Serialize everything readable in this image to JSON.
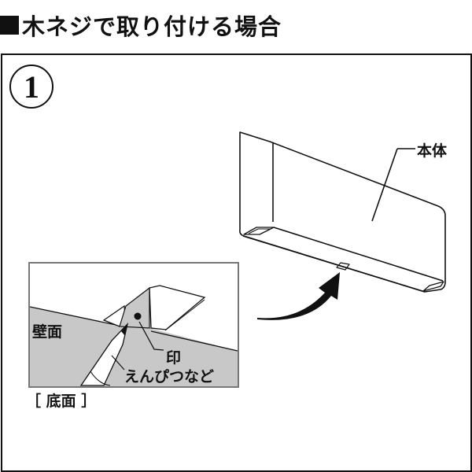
{
  "title": {
    "marker": "■",
    "text": "木ネジで取り付ける場合"
  },
  "step": {
    "number": "1"
  },
  "labels": {
    "body": "本体",
    "wall": "壁面",
    "mark": "印",
    "pencil": "えんぴつなど",
    "bottom": "［ 底面 ］"
  },
  "colors": {
    "line": "#111111",
    "wall_fill": "#c8c8c8",
    "inset_border": "#777777",
    "background": "#ffffff"
  }
}
